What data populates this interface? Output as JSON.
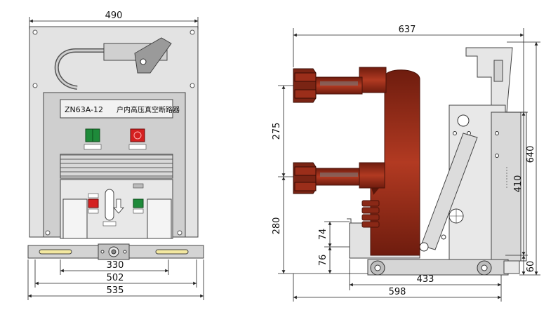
{
  "front_view": {
    "nameplate": {
      "model": "ZN63A-12",
      "name": "户内高压真空断路器"
    },
    "dimensions": {
      "width_top": "490",
      "rail_330": "330",
      "rail_502": "502",
      "base_535": "535"
    }
  },
  "side_view": {
    "dimensions": {
      "overall_width": "637",
      "upper_arm": "275",
      "lower_arm": "280",
      "d74": "74",
      "d76": "76",
      "height_640": "640",
      "height_410": "410",
      "base_60": "60",
      "base_433": "433",
      "base_598": "598"
    }
  },
  "colors": {
    "insulator": "#9b2e1a",
    "insulator_dark": "#6e1c0e",
    "panel_light": "#e6e6e6",
    "panel_mid": "#d2d2d2",
    "green_button": "#1e8a3a",
    "red_button": "#d42020"
  }
}
